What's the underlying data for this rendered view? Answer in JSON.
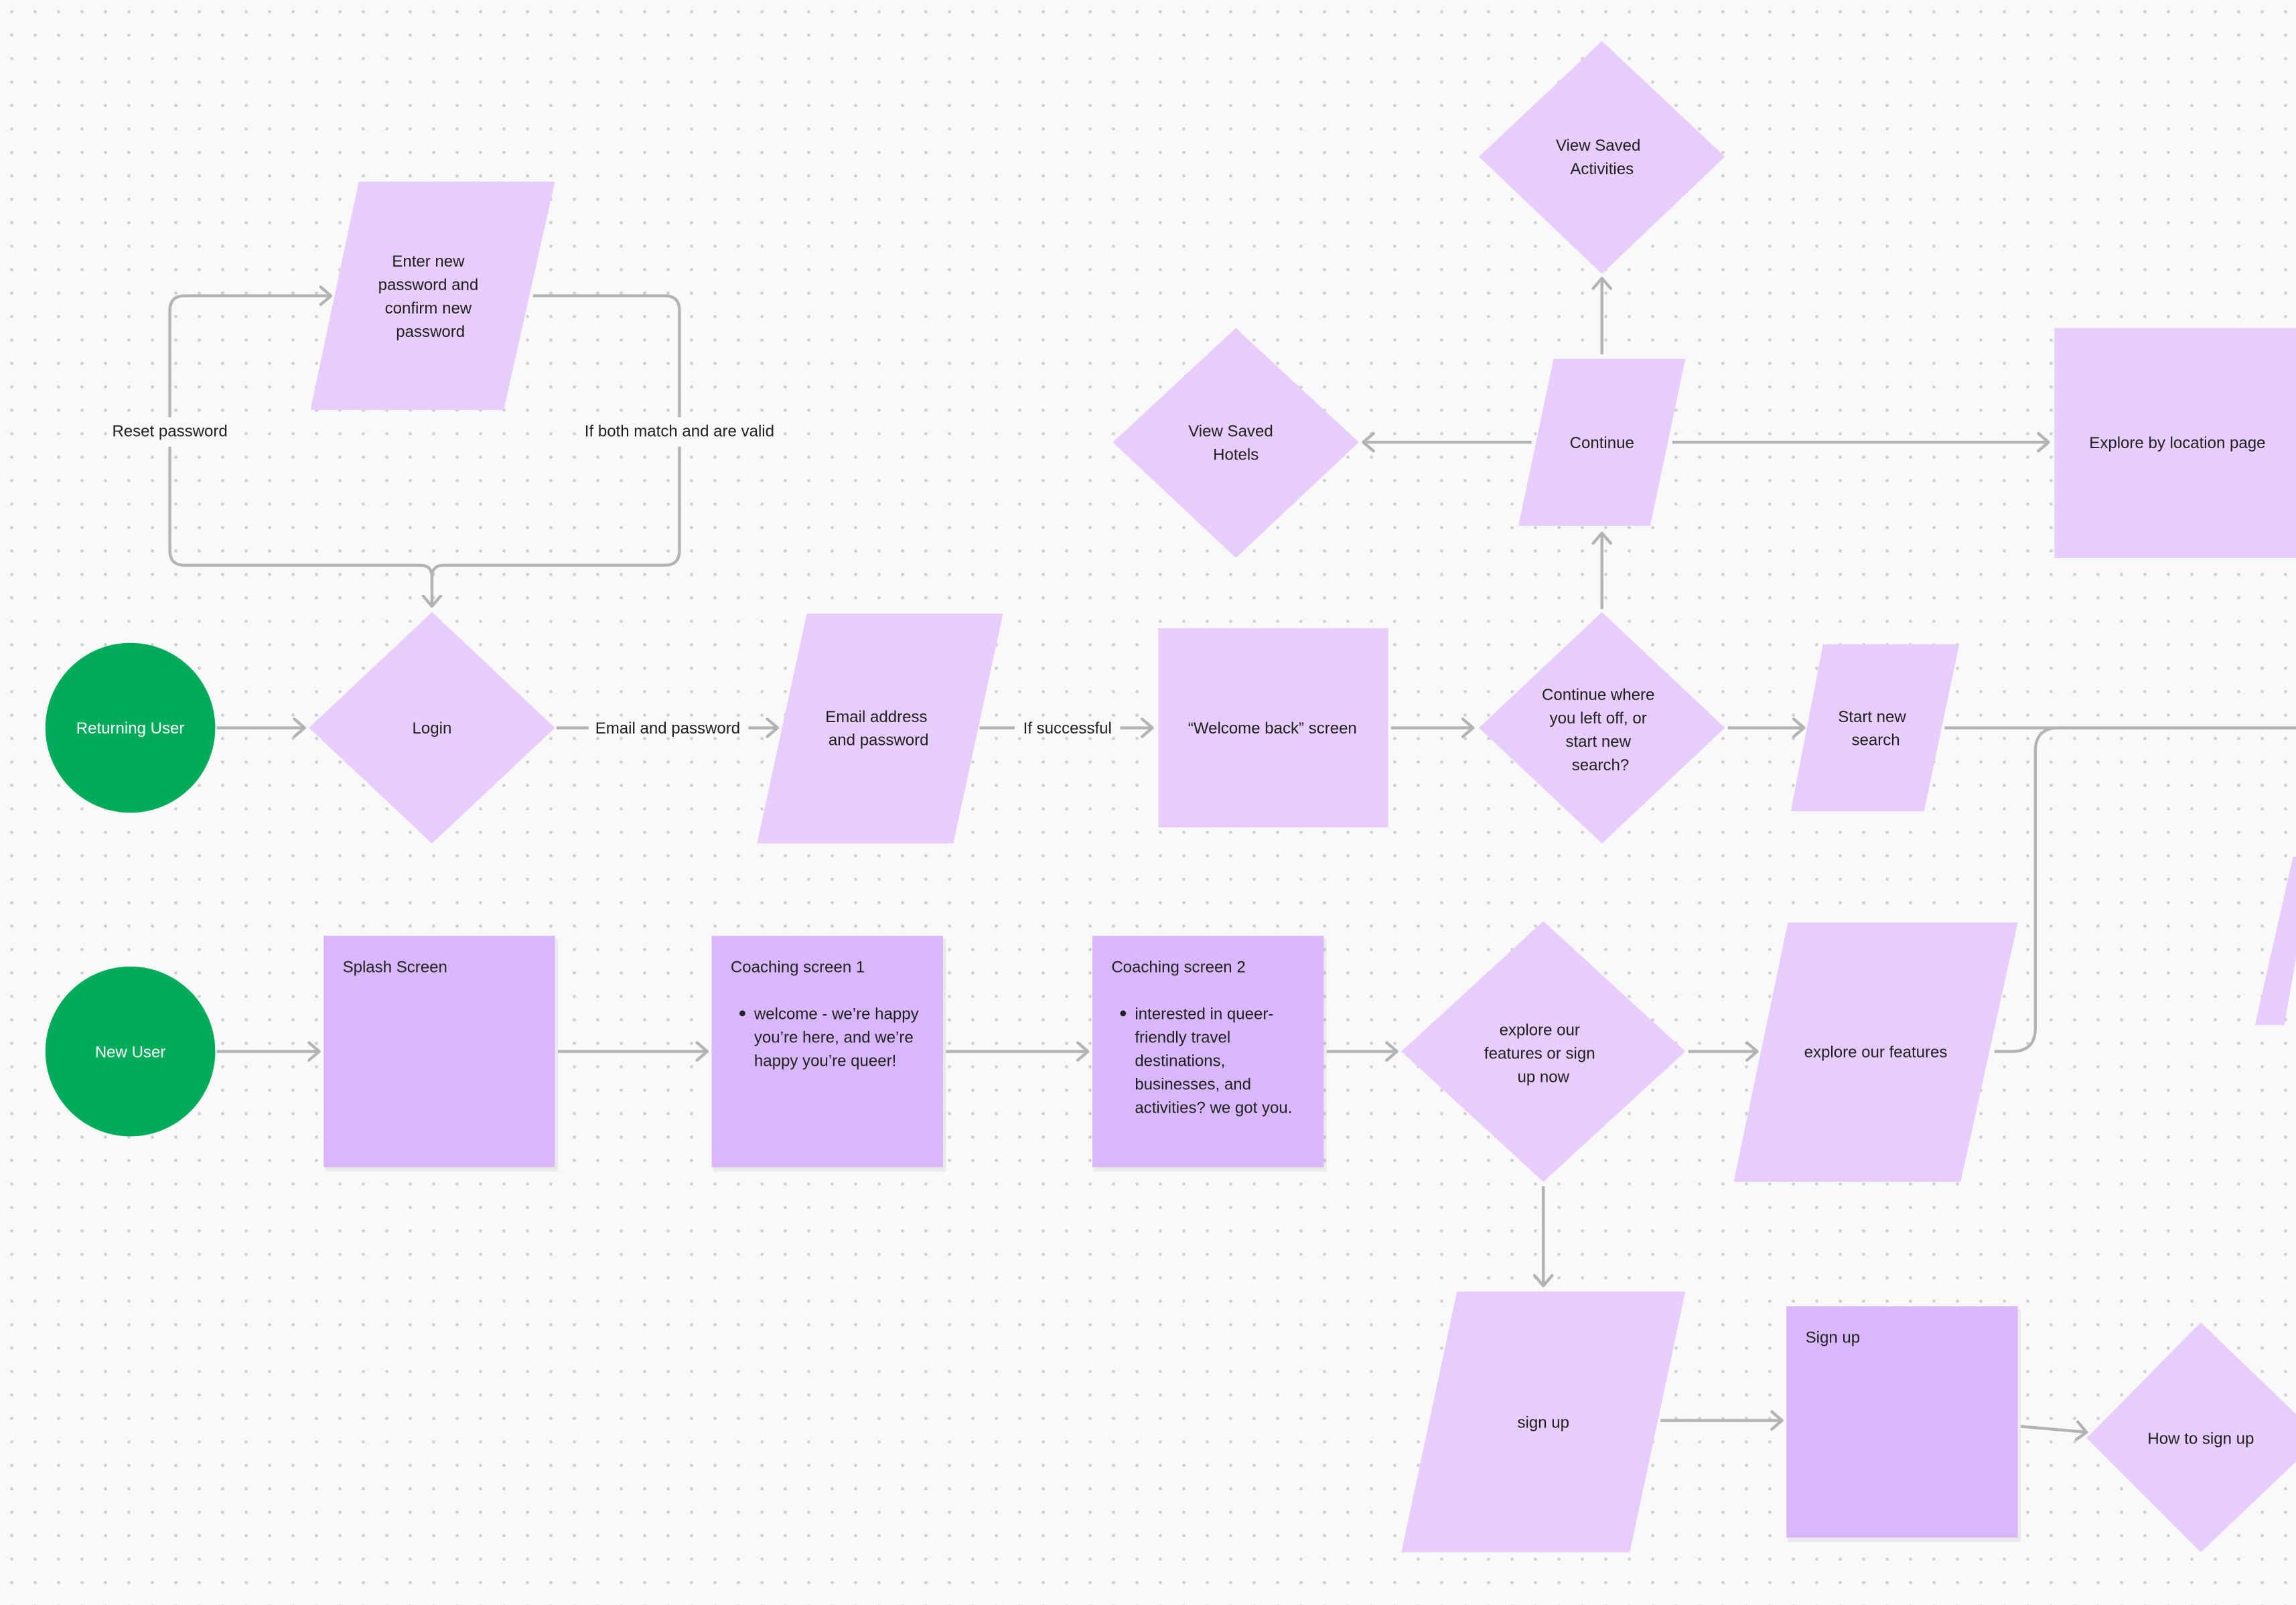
{
  "colors": {
    "background": "#f9f9f9",
    "grid_dot": "#cfcfcf",
    "shape_light": "#e6cdfb",
    "card_purple": "#d8b8fa",
    "start_green": "#00ab5a",
    "connector": "#b3b3b3"
  },
  "nodes": {
    "returning_user": "Returning User",
    "new_user": "New User",
    "login": "Login",
    "enter_new_password": [
      "Enter new",
      "password and",
      "confirm new",
      "password"
    ],
    "email_address": [
      "Email address",
      "and password"
    ],
    "welcome_back": "“Welcome back” screen",
    "continue_or_new": [
      "Continue where",
      "you left off, or",
      "start new",
      "search?"
    ],
    "continue": "Continue",
    "view_saved_hotels": [
      "View Saved",
      "Hotels"
    ],
    "view_saved_activities": [
      "View Saved",
      "Activities"
    ],
    "explore_by_location": "Explore by location page",
    "start_new_search": [
      "Start new",
      "search"
    ],
    "explore_or_signup": [
      "explore our",
      "features or sign",
      "up now"
    ],
    "explore_features": "explore our features",
    "sign_up_shape": "sign up",
    "how_to_sign_up": "How to sign up"
  },
  "cards": {
    "splash": {
      "title": "Splash Screen"
    },
    "coaching1": {
      "title": "Coaching screen 1",
      "bullet": [
        "welcome - we’re happy",
        "you’re here, and we’re",
        "happy you’re queer!"
      ]
    },
    "coaching2": {
      "title": "Coaching screen 2",
      "bullet": [
        "interested in queer-",
        "friendly travel",
        "destinations,",
        "businesses, and",
        "activities? we got you."
      ]
    },
    "signup": {
      "title": "Sign up"
    }
  },
  "edge_labels": {
    "reset_password": "Reset password",
    "if_both_match": "If both match and are valid",
    "email_and_password": "Email and password",
    "if_successful": "If successful"
  }
}
